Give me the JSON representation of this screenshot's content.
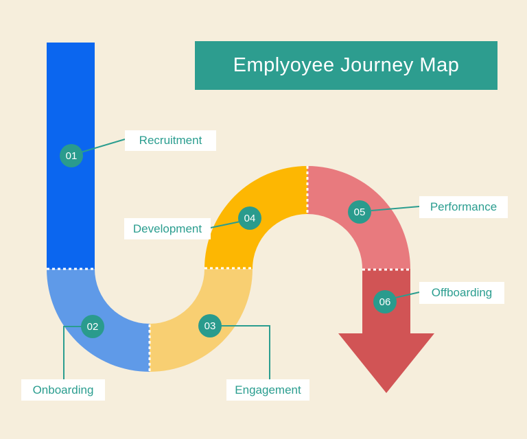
{
  "title": "Emplyoyee Journey Map",
  "stages": [
    {
      "number": "01",
      "label": "Recruitment",
      "color": "#0B66EF"
    },
    {
      "number": "02",
      "label": "Onboarding",
      "color": "#5F9AE8"
    },
    {
      "number": "03",
      "label": "Engagement",
      "color": "#F8CF72"
    },
    {
      "number": "04",
      "label": "Development",
      "color": "#FDB702"
    },
    {
      "number": "05",
      "label": "Performance",
      "color": "#E87A7E"
    },
    {
      "number": "06",
      "label": "Offboarding",
      "color": "#D15455"
    }
  ],
  "colors": {
    "background": "#F6EEDC",
    "banner": "#2D9D8F",
    "circle": "#2A9B8D",
    "label_text": "#2A9D8F",
    "label_background": "#FFFFFF",
    "connector": "#2A9D8F",
    "separator_dash": "#FFFFFF"
  }
}
